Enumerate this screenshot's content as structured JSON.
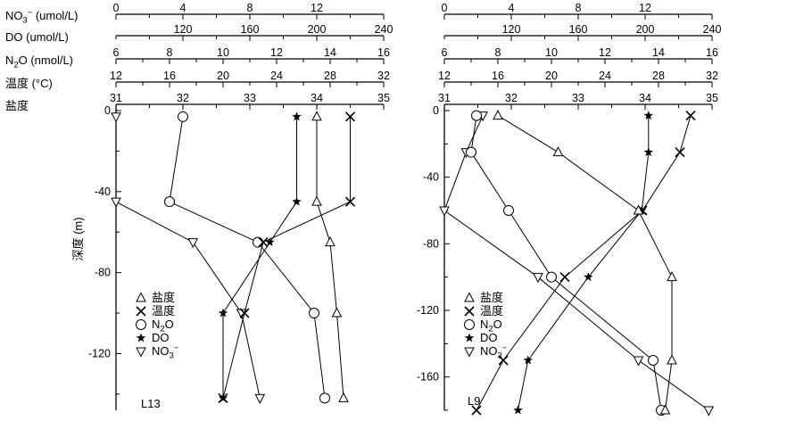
{
  "chart_data": {
    "type": "line",
    "top_axes": [
      {
        "key": "no3",
        "label": "NO<sub>3</sub><sup>−</sup> (umol/L)",
        "min": 0,
        "max": 16,
        "ticks": [
          0,
          4,
          8,
          12
        ]
      },
      {
        "key": "do",
        "label": "DO (umol/L)",
        "min": 80,
        "max": 240,
        "ticks": [
          120,
          160,
          200,
          240
        ]
      },
      {
        "key": "n2o",
        "label": "N<sub>2</sub>O (nmol/L)",
        "min": 6,
        "max": 16,
        "ticks": [
          6,
          8,
          10,
          12,
          14,
          16
        ]
      },
      {
        "key": "temp",
        "label": "温度 (°C)",
        "min": 12,
        "max": 32,
        "ticks": [
          12,
          16,
          20,
          24,
          28,
          32
        ]
      },
      {
        "key": "sal",
        "label": "盐度",
        "min": 31,
        "max": 35,
        "ticks": [
          31,
          32,
          33,
          34,
          35
        ]
      }
    ],
    "ylabel": "深度 (m)",
    "legend": [
      {
        "key": "sal",
        "marker": "triangle-up",
        "label": "盐度"
      },
      {
        "key": "temp",
        "marker": "x",
        "label": "温度"
      },
      {
        "key": "n2o",
        "marker": "circle",
        "label": "N<sub>2</sub>O"
      },
      {
        "key": "do",
        "marker": "star",
        "label": "DO"
      },
      {
        "key": "no3",
        "marker": "triangle-down",
        "label": "NO<sub>3</sub><sup>−</sup>"
      }
    ],
    "panels": [
      {
        "name": "L13",
        "ylim": [
          0,
          -148
        ],
        "yticks": [
          0,
          -40,
          -80,
          -120
        ],
        "series": {
          "sal": {
            "depth": [
              -3,
              -45,
              -65,
              -100,
              -142
            ],
            "values": [
              34.0,
              34.0,
              34.2,
              34.3,
              34.4
            ]
          },
          "temp": {
            "depth": [
              -3,
              -45,
              -65,
              -100,
              -142
            ],
            "values": [
              29.5,
              29.5,
              23.0,
              21.6,
              20.0
            ]
          },
          "n2o": {
            "depth": [
              -3,
              -45,
              -65,
              -100,
              -142
            ],
            "values": [
              8.5,
              8.0,
              11.3,
              13.4,
              13.8
            ]
          },
          "do": {
            "depth": [
              -3,
              -45,
              -65,
              -100,
              -142
            ],
            "values": [
              188,
              188,
              172,
              144,
              144
            ]
          },
          "no3": {
            "depth": [
              -3,
              -45,
              -65,
              -100,
              -142
            ],
            "values": [
              0,
              0,
              4.6,
              7.5,
              8.6
            ]
          }
        }
      },
      {
        "name": "L9",
        "ylim": [
          0,
          -180
        ],
        "yticks": [
          0,
          -40,
          -80,
          -120,
          -160
        ],
        "series": {
          "sal": {
            "depth": [
              -3,
              -25,
              -60,
              -100,
              -150,
              -180
            ],
            "values": [
              31.8,
              32.7,
              33.9,
              34.4,
              34.4,
              34.3
            ]
          },
          "temp": {
            "depth": [
              -3,
              -25,
              -60,
              -100,
              -150,
              -180
            ],
            "values": [
              30.4,
              29.6,
              26.8,
              21.0,
              16.4,
              14.4
            ]
          },
          "n2o": {
            "depth": [
              -3,
              -25,
              -60,
              -100,
              -150,
              -180
            ],
            "values": [
              7.2,
              7.0,
              8.4,
              10.0,
              13.8,
              14.1
            ]
          },
          "do": {
            "depth": [
              -3,
              -25,
              -60,
              -100,
              -150,
              -180
            ],
            "values": [
              202,
              202,
              198,
              166,
              130,
              124
            ]
          },
          "no3": {
            "depth": [
              -3,
              -25,
              -60,
              -100,
              -150,
              -180
            ],
            "values": [
              2.3,
              1.3,
              0,
              5.6,
              11.6,
              15.8
            ]
          }
        }
      }
    ]
  }
}
